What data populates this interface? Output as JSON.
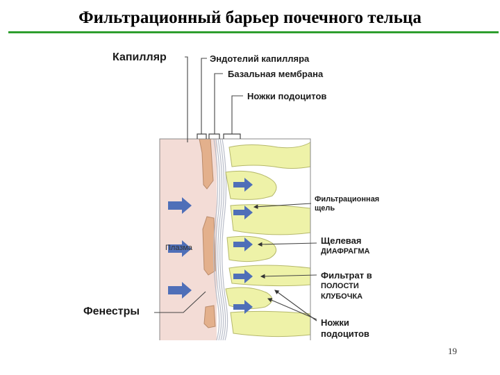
{
  "title": "Фильтрационный барьер почечного тельца",
  "labels": {
    "capillary": "Капилляр",
    "endothelium": "Эндотелий капилляра",
    "basal_membrane": "Базальная мембрана",
    "podocyte_feet_top": "Ножки подоцитов",
    "filtration_slit_1": "Фильтрационная",
    "filtration_slit_2": "щель",
    "slit_diaphragm_1": "Щелевая",
    "slit_diaphragm_2": "диафрагма",
    "filtrate_1": "Фильтрат в",
    "filtrate_2": "полости",
    "filtrate_3": "клубочка",
    "plasma": "Плазма",
    "fenestrae": "Фенестры",
    "podocyte_feet_bottom_1": "Ножки",
    "podocyte_feet_bottom_2": "подоцитов"
  },
  "page_number": "19",
  "colors": {
    "title_rule": "#2e9e2e",
    "plasma_bg": "#f3dcd6",
    "endothelium": "#e3b08c",
    "podocyte": "#eef2a8",
    "arrow": "#4f6fb8",
    "membrane_line": "#b8bcc8"
  }
}
